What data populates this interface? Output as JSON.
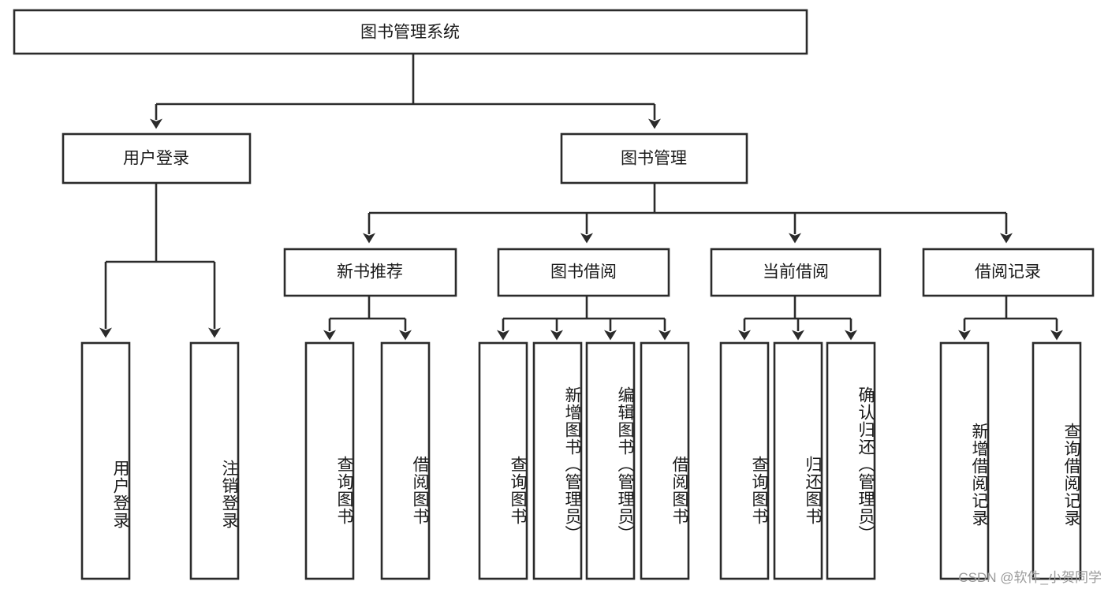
{
  "diagram": {
    "type": "tree",
    "title": "图书管理系统",
    "watermark": "CSDN @软件_小贺同学",
    "orientation": "top-down",
    "colors": {
      "box_stroke": "#2b2b2b",
      "box_fill": "#ffffff",
      "text": "#1a1a1a",
      "background": "#ffffff",
      "watermark": "#9a9a9a"
    },
    "levels": [
      {
        "level": 1,
        "nodes": [
          {
            "id": "root",
            "label": "图书管理系统",
            "orientation": "horizontal"
          }
        ]
      },
      {
        "level": 2,
        "nodes": [
          {
            "id": "login",
            "label": "用户登录",
            "orientation": "horizontal",
            "parent": "root"
          },
          {
            "id": "bookmgmt",
            "label": "图书管理",
            "orientation": "horizontal",
            "parent": "root"
          }
        ]
      },
      {
        "level": 3,
        "nodes": [
          {
            "id": "newbook",
            "label": "新书推荐",
            "orientation": "horizontal",
            "parent": "bookmgmt"
          },
          {
            "id": "borrow",
            "label": "图书借阅",
            "orientation": "horizontal",
            "parent": "bookmgmt"
          },
          {
            "id": "current",
            "label": "当前借阅",
            "orientation": "horizontal",
            "parent": "bookmgmt"
          },
          {
            "id": "records",
            "label": "借阅记录",
            "orientation": "horizontal",
            "parent": "bookmgmt"
          }
        ]
      },
      {
        "level": 4,
        "nodes": [
          {
            "id": "leaf-user-login",
            "label": "用户登录",
            "orientation": "vertical",
            "parent": "login"
          },
          {
            "id": "leaf-user-logout",
            "label": "注销登录",
            "orientation": "vertical",
            "parent": "login"
          },
          {
            "id": "leaf-query-book-1",
            "label": "查询图书",
            "orientation": "vertical",
            "parent": "newbook"
          },
          {
            "id": "leaf-borrow-book-1",
            "label": "借阅图书",
            "orientation": "vertical",
            "parent": "newbook"
          },
          {
            "id": "leaf-query-book-2",
            "label": "查询图书",
            "orientation": "vertical",
            "parent": "borrow"
          },
          {
            "id": "leaf-add-book",
            "label": "新增图书（管理员）",
            "orientation": "vertical",
            "parent": "borrow"
          },
          {
            "id": "leaf-edit-book",
            "label": "编辑图书（管理员）",
            "orientation": "vertical",
            "parent": "borrow"
          },
          {
            "id": "leaf-borrow-book-2",
            "label": "借阅图书",
            "orientation": "vertical",
            "parent": "borrow"
          },
          {
            "id": "leaf-query-book-3",
            "label": "查询图书",
            "orientation": "vertical",
            "parent": "current"
          },
          {
            "id": "leaf-return-book",
            "label": "归还图书",
            "orientation": "vertical",
            "parent": "current"
          },
          {
            "id": "leaf-confirm-return",
            "label": "确认归还（管理员）",
            "orientation": "vertical",
            "parent": "current"
          },
          {
            "id": "leaf-add-record",
            "label": "新增借阅记录",
            "orientation": "vertical",
            "parent": "records"
          },
          {
            "id": "leaf-query-record",
            "label": "查询借阅记录",
            "orientation": "vertical",
            "parent": "records"
          }
        ]
      }
    ]
  }
}
